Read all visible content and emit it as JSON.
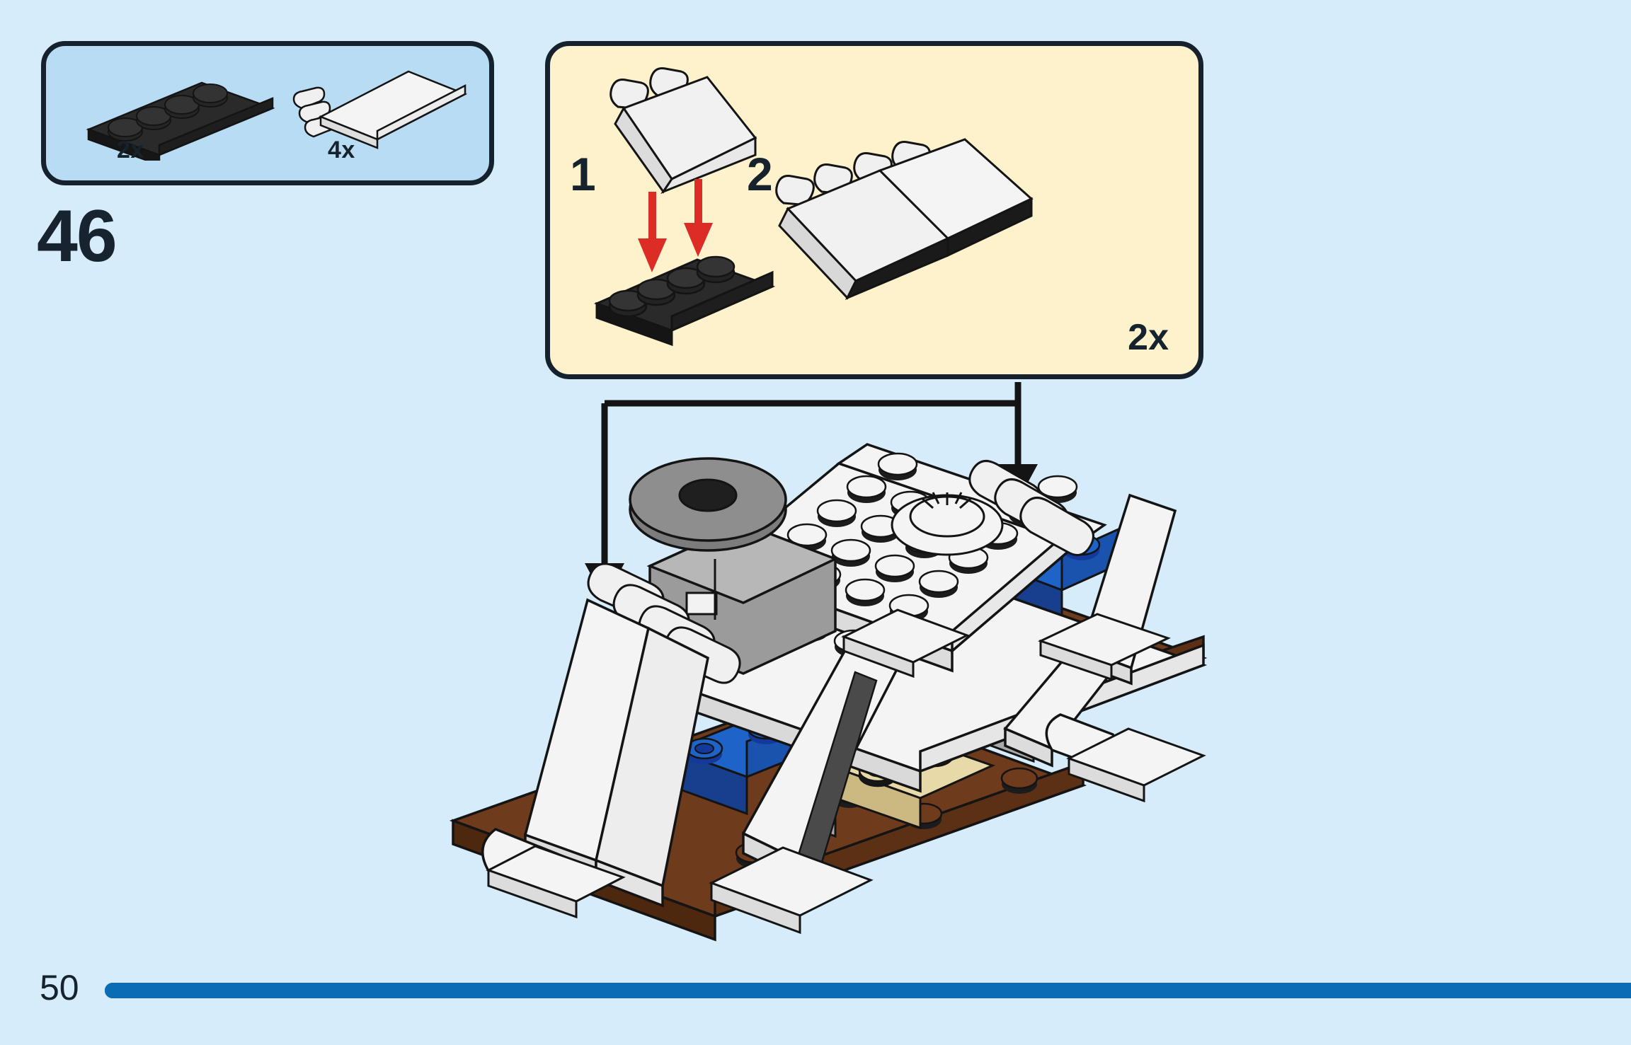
{
  "page": {
    "number": "50",
    "step_number": "46",
    "background_color": "#d6ecfa",
    "progress_percent": 92
  },
  "parts_callout": {
    "background_color": "#b9dcf5",
    "border_color": "#15222e",
    "parts": [
      {
        "name": "plate-1x4-black",
        "quantity_label": "2x",
        "color": "#1b1b1b",
        "studs": 4
      },
      {
        "name": "plate-modified-1x2-clips-white",
        "quantity_label": "4x",
        "color": "#f2f2f2",
        "clips": 3
      }
    ]
  },
  "subassembly": {
    "background_color": "#fdf2cc",
    "border_color": "#15222e",
    "quantity_label": "2x",
    "steps": [
      {
        "label": "1",
        "arrow_color": "#dd2b26"
      },
      {
        "label": "2"
      }
    ]
  },
  "model": {
    "colors": {
      "white": "#f4f4f4",
      "light_gray": "#e2e2e2",
      "dark_gray": "#6f6f6f",
      "brown": "#6e3b1c",
      "blue": "#1e63c8",
      "red": "#e02b20",
      "tan": "#e8d9a8",
      "black": "#171717",
      "green": "#4c9f38",
      "outline": "#141414"
    },
    "callout_arrows": [
      {
        "name": "callout-arrow-left",
        "target": "left-roof-hinge"
      },
      {
        "name": "callout-arrow-right",
        "target": "right-roof-hinge"
      }
    ]
  },
  "footer": {
    "progress_color": "#0a6cb4"
  }
}
